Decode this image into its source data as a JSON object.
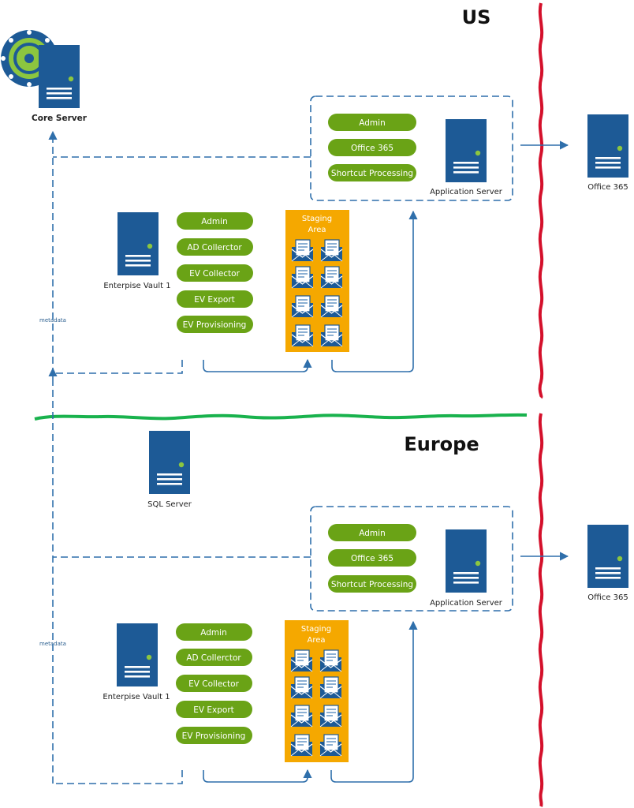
{
  "regions": {
    "us": "US",
    "europe": "Europe"
  },
  "core_server": {
    "label": "Core Server"
  },
  "sql_server": {
    "label": "SQL Server"
  },
  "metadata_label": "metadata",
  "us": {
    "app_server": {
      "label": "Application Server",
      "services": [
        "Admin",
        "Office 365",
        "Shortcut Processing"
      ]
    },
    "office365": {
      "label": "Office 365"
    },
    "ev": {
      "label": "Enterpise Vault 1",
      "services": [
        "Admin",
        "AD Collerctor",
        "EV Collector",
        "EV Export",
        "EV Provisioning"
      ]
    },
    "staging": {
      "line1": "Staging",
      "line2": "Area"
    }
  },
  "europe": {
    "app_server": {
      "label": "Application Server",
      "services": [
        "Admin",
        "Office 365",
        "Shortcut Processing"
      ]
    },
    "office365": {
      "label": "Office 365"
    },
    "ev": {
      "label": "Enterpise Vault 1",
      "services": [
        "Admin",
        "AD Collerctor",
        "EV Collector",
        "EV Export",
        "EV Provisioning"
      ]
    },
    "staging": {
      "line1": "Staging",
      "line2": "Area"
    }
  },
  "colors": {
    "server_blue": "#1d5a96",
    "pill_green": "#6aa316",
    "staging_orange": "#f5a800",
    "connector_blue": "#2f6fab",
    "boundary_red": "#d4102b",
    "boundary_green": "#19b24d"
  },
  "icons": [
    "vault-icon",
    "server-icon",
    "envelope-icon"
  ]
}
